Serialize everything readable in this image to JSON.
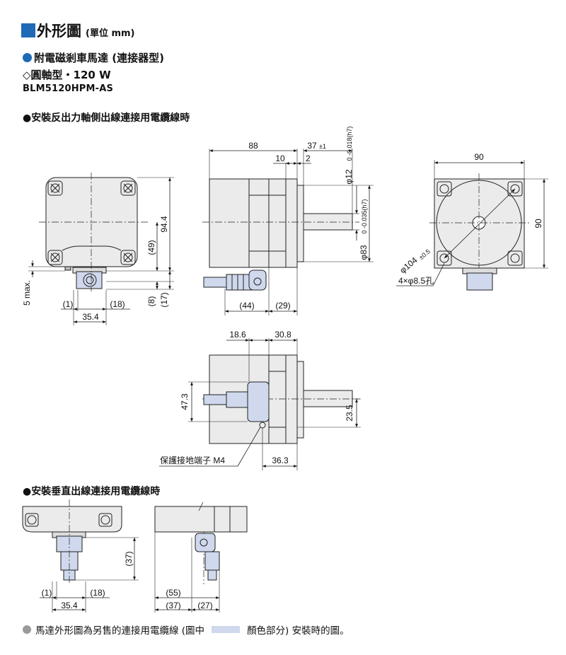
{
  "header": {
    "title": "外形圖",
    "unit": "(單位 mm)"
  },
  "product": {
    "line1": "附電磁剎車馬達 (連接器型)",
    "line2": "◇圓軸型・120 W",
    "model": "BLM5120HPM-AS"
  },
  "section1": {
    "title": "●安裝反出力軸側出線連接用電纜線時"
  },
  "section2": {
    "title": "●安裝垂直出線連接用電纜線時"
  },
  "note": {
    "text_a": "馬達外形圖為另售的連接用電纜線 (圖中",
    "text_b": "顏色部分) 安裝時的圖。"
  },
  "colors": {
    "accent": "#1f6ab7",
    "body": "#ebebeb",
    "cable_highlight": "#cfd8ec"
  },
  "dims": {
    "front": {
      "height": "94.4",
      "d49": "(49)",
      "d8": "(8)",
      "d17": "(17)",
      "max5": "5 max.",
      "d1": "(1)",
      "d18": "(18)",
      "width": "35.4"
    },
    "side": {
      "length": "88",
      "d10": "10",
      "d37": "37",
      "tol37": "±1",
      "d2": "2",
      "shaft": "φ12",
      "shaft_tol": "0 -0.018(h7)",
      "pilot": "φ83",
      "pilot_tol": "0 -0.035(h7)",
      "d44": "(44)",
      "d29": "(29)"
    },
    "flange": {
      "width": "90",
      "height": "90",
      "pcd": "φ104",
      "pcd_tol": "±0.5",
      "holes": "4×φ8.5孔"
    },
    "top": {
      "d186": "18.6",
      "d308": "30.8",
      "d473": "47.3",
      "d235": "23.5",
      "d363": "36.3",
      "ground": "保護接地端子 M4"
    },
    "vertical": {
      "d37": "(37)",
      "d1": "(1)",
      "d18": "(18)",
      "width": "35.4",
      "d55": "(55)",
      "d37b": "(37)",
      "d27": "(27)"
    }
  }
}
